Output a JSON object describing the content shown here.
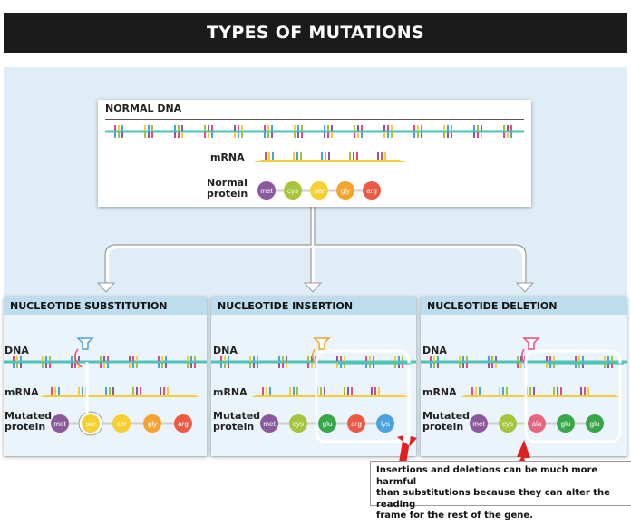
{
  "title": "TYPES OF MUTATIONS",
  "normal": {
    "heading": "NORMAL DNA",
    "mrna_label": "mRNA",
    "protein_label_1": "Normal",
    "protein_label_2": "protein",
    "aminos": [
      "met",
      "cys",
      "ser",
      "gly",
      "arg"
    ]
  },
  "substitution": {
    "heading": "NUCLEOTIDE SUBSTITUTION",
    "dna_label": "DNA",
    "mrna_label": "mRNA",
    "protein_label_1": "Mutated",
    "protein_label_2": "protein",
    "aminos": [
      "met",
      "ser",
      "ser",
      "gly",
      "arg"
    ]
  },
  "insertion": {
    "heading": "NUCLEOTIDE INSERTION",
    "dna_label": "DNA",
    "mrna_label": "mRNA",
    "protein_label_1": "Mutated",
    "protein_label_2": "protein",
    "aminos": [
      "met",
      "cys",
      "glu",
      "arg",
      "lys"
    ]
  },
  "deletion": {
    "heading": "NUCLEOTIDE DELETION",
    "dna_label": "DNA",
    "mrna_label": "mRNA",
    "protein_label_1": "Mutated",
    "protein_label_2": "protein",
    "aminos": [
      "met",
      "cys",
      "ala",
      "glu",
      "glu"
    ]
  },
  "note": {
    "line1": "Insertions and deletions can be much more harmful",
    "line2": "than substitutions because they can alter the reading",
    "line3": "frame for the rest of the gene."
  },
  "colors": {
    "met": "#8a5a9c",
    "cys": "#a7c53a",
    "ser": "#f4d031",
    "gly": "#f4a42e",
    "arg": "#ec5a45",
    "glu": "#3aa64a",
    "lys": "#4aa3dc",
    "ala": "#e8657f",
    "dna_strand": "#4fc3b8",
    "mrna": "#f2cf3a",
    "arrow": "#ffffff"
  }
}
